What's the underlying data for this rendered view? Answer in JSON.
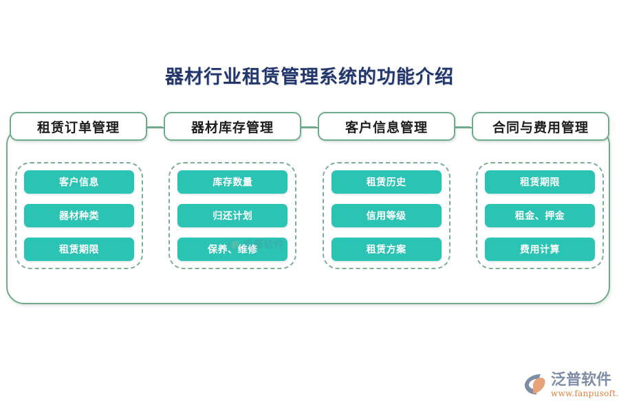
{
  "page": {
    "title": "器材行业租赁管理系统的功能介绍",
    "background_color": "#ffffff"
  },
  "colors": {
    "title_text": "#23366b",
    "frame_border": "#6faa8b",
    "group_dashed_border": "#7cae93",
    "pill_fill": "#2bc4b4",
    "pill_text": "#ffffff",
    "logo_name_text": "#7f8ca6",
    "logo_url_text": "#e2803f"
  },
  "diagram": {
    "columns": [
      {
        "header": "租赁订单管理",
        "items": [
          "客户信息",
          "器材种类",
          "租赁期限"
        ]
      },
      {
        "header": "器材库存管理",
        "items": [
          "库存数量",
          "归还计划",
          "保养、维修"
        ]
      },
      {
        "header": "客户信息管理",
        "items": [
          "租赁历史",
          "信用等级",
          "租赁方案"
        ]
      },
      {
        "header": "合同与费用管理",
        "items": [
          "租赁期限",
          "租金、押金",
          "费用计算"
        ]
      }
    ]
  },
  "watermark": {
    "text": "泛普软件"
  },
  "brand": {
    "name": "泛普软件",
    "url": "www.fanpusoft.com"
  }
}
